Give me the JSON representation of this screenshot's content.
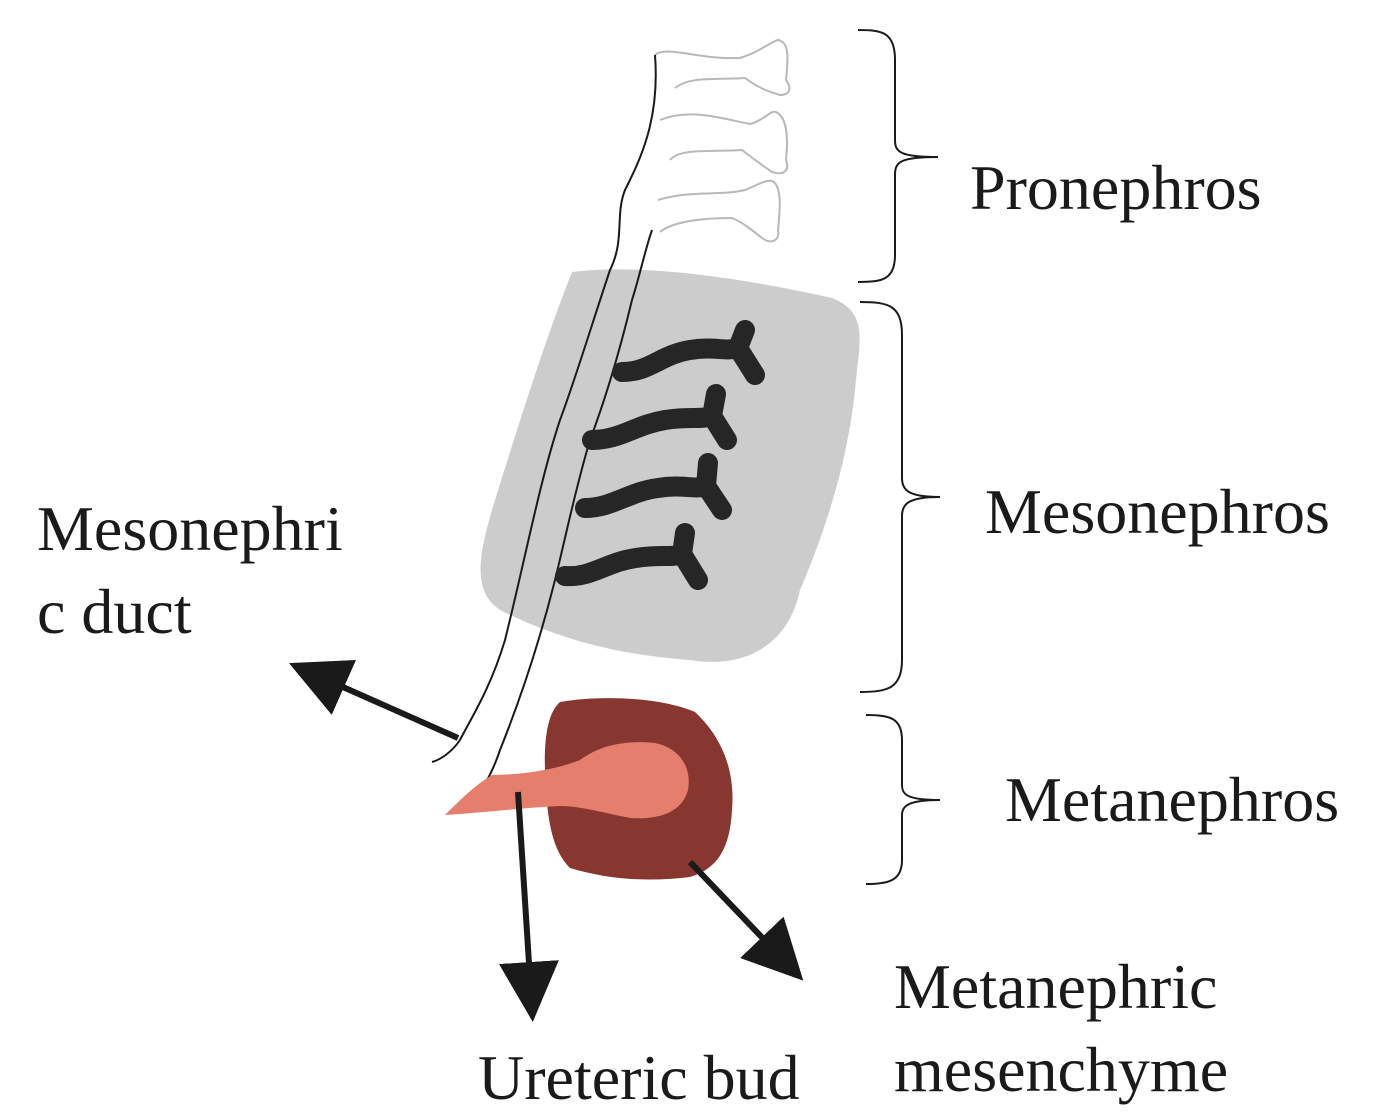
{
  "labels": {
    "pronephros": "Pronephros",
    "mesonephros": "Mesonephros",
    "metanephros": "Metanephros",
    "mesonephric_duct_line1": "Mesonephri",
    "mesonephric_duct_line2": "c duct",
    "ureteric_bud": "Ureteric bud",
    "metanephric_mesenchyme_line1": "Metanephric",
    "metanephric_mesenchyme_line2": "mesenchyme"
  },
  "colors": {
    "mesonephros_region": "#cccccc",
    "tubule": "#262626",
    "metanephric_mesenchyme": "#873630",
    "ureteric_bud": "#e57e6d",
    "outline": "#1a1a1a"
  }
}
